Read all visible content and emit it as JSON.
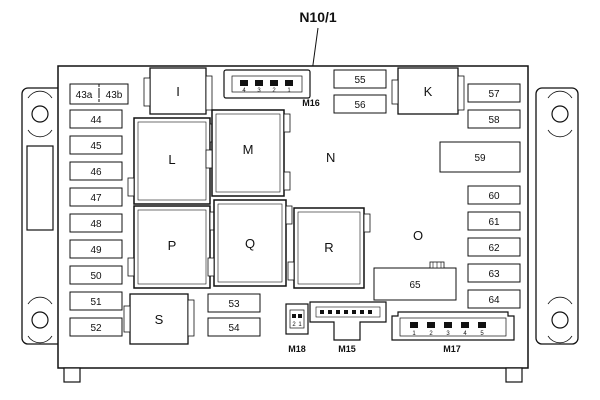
{
  "title": "N10/1",
  "area_labels": {
    "n": "N",
    "o": "O"
  },
  "fuses_left": [
    "44",
    "45",
    "46",
    "47",
    "48",
    "49",
    "50",
    "51",
    "52"
  ],
  "fuse_43a": "43a",
  "fuse_43b": "43b",
  "fuses_top": [
    "55",
    "56"
  ],
  "fuses_right": [
    "57",
    "58"
  ],
  "fuse_59": "59",
  "fuses_right_lower": [
    "60",
    "61",
    "62",
    "63",
    "64"
  ],
  "fuse_65": "65",
  "fuses_bottom": [
    "53",
    "54"
  ],
  "relays": {
    "i": "I",
    "k": "K",
    "l": "L",
    "m": "M",
    "p": "P",
    "q": "Q",
    "r": "R",
    "s": "S"
  },
  "connectors": {
    "m16": {
      "label": "M16",
      "pins": [
        "4",
        "3",
        "2",
        "1"
      ]
    },
    "m17": {
      "label": "M17",
      "pins": [
        "1",
        "2",
        "3",
        "4",
        "5"
      ]
    },
    "m18": {
      "label": "M18",
      "pins": [
        "2",
        "1"
      ]
    },
    "m15": {
      "label": "M15"
    }
  }
}
